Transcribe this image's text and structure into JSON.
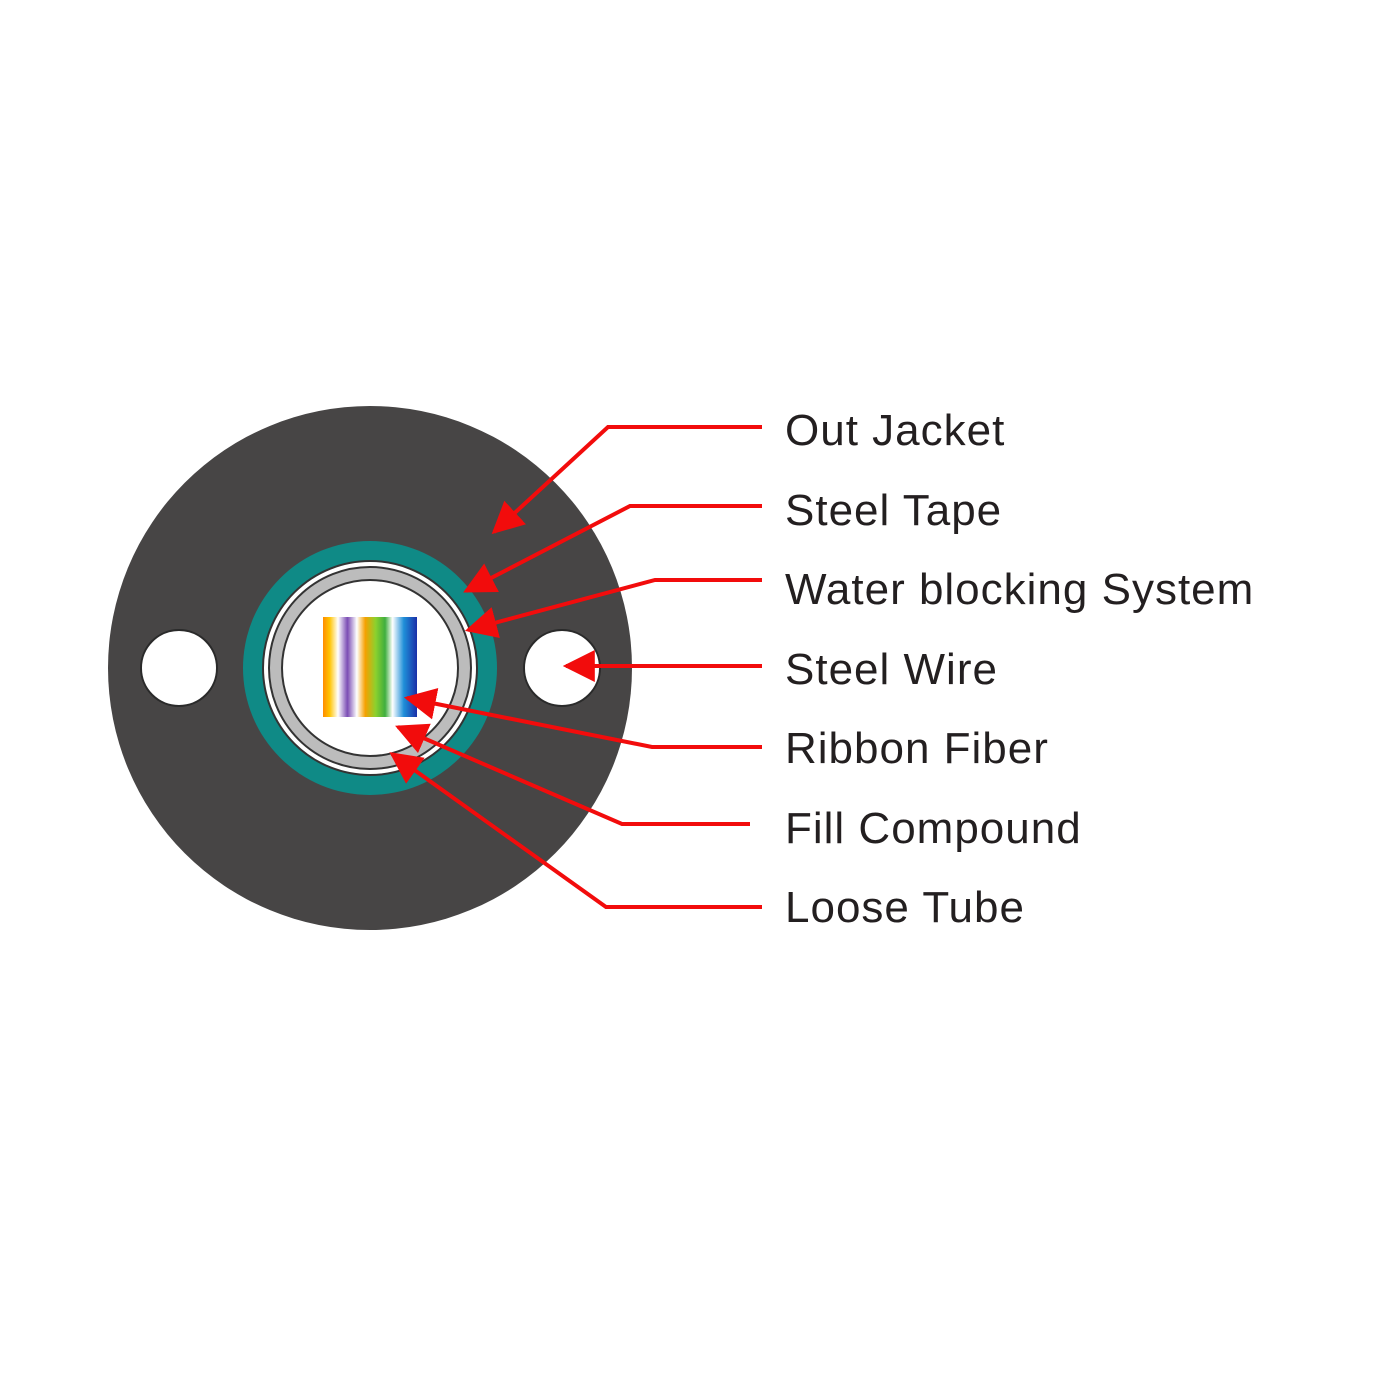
{
  "diagram": {
    "labels": [
      {
        "id": "out-jacket",
        "text": "Out Jacket"
      },
      {
        "id": "steel-tape",
        "text": "Steel Tape"
      },
      {
        "id": "water-blocking-system",
        "text": "Water blocking System"
      },
      {
        "id": "steel-wire",
        "text": "Steel Wire"
      },
      {
        "id": "ribbon-fiber",
        "text": "Ribbon Fiber"
      },
      {
        "id": "fill-compound",
        "text": "Fill Compound"
      },
      {
        "id": "loose-tube",
        "text": "Loose Tube"
      }
    ]
  },
  "colors": {
    "jacket": "#474545",
    "water_blocking": "#0f8a86",
    "steel_tape": "#b9b9b9",
    "loose_tube": "#bdbdbd",
    "leader": "#f20c0c",
    "text": "#231f20",
    "fiber_ribbon": [
      "#ffb300",
      "#ff8a00",
      "#ffffff",
      "#7a4fb3",
      "#ffffff",
      "#f2a000",
      "#4fbf2f",
      "#1e9ad6",
      "#1c3fb8"
    ]
  }
}
